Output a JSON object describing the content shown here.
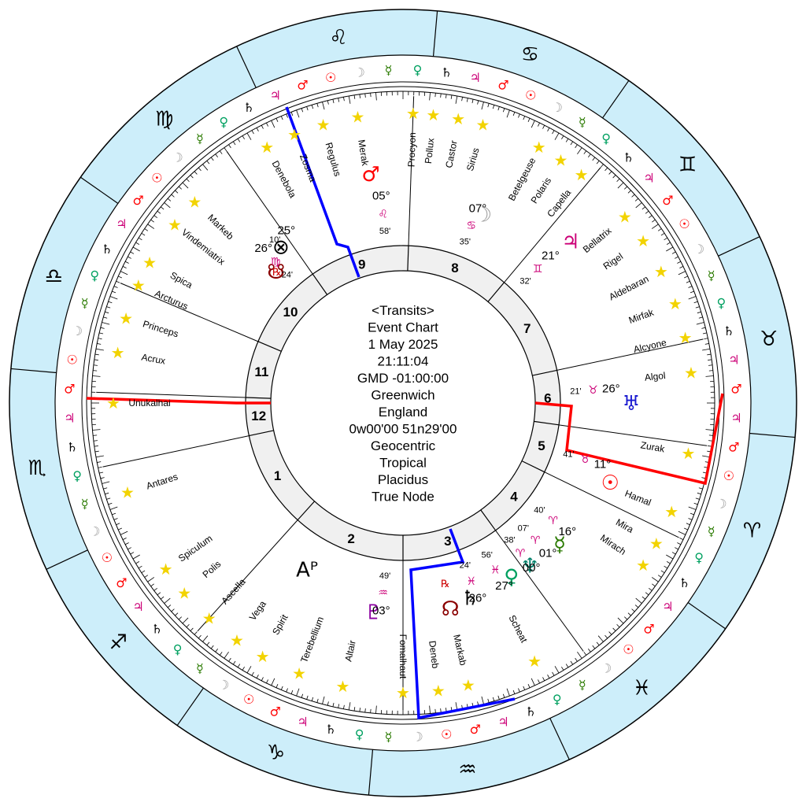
{
  "center": {
    "lines": [
      "<Transits>",
      "Event Chart",
      "1 May 2025",
      "21:11:04",
      "GMD -01:00:00",
      "Greenwich",
      "England",
      "0w00'00 51n29'00",
      "Geocentric",
      "Tropical",
      "Placidus",
      "True Node"
    ]
  },
  "colors": {
    "zodiac_ring": "#cdeefa",
    "house_ring": "#f0f0f0",
    "asc_axis": "#ff0000",
    "mc_axis": "#0000ff",
    "star": "#f2d300",
    "sun": "#ff0000",
    "mars": "#ff0000",
    "jupiter": "#cc0077",
    "venus": "#00a060",
    "mercury": "#2a7a00",
    "moon": "#999999",
    "saturn": "#000000",
    "uranus": "#1a1ad0",
    "neptune": "#00806a",
    "pluto": "#8a00a0",
    "node": "#8a0000",
    "sign_fire": "#ff0000",
    "sign_earth": "#008000",
    "sign_air": "#0000ff",
    "sign_water": "#880088"
  },
  "zodiac": [
    {
      "name": "aries",
      "glyph": "♈",
      "angle": 340
    },
    {
      "name": "taurus",
      "glyph": "♉",
      "angle": 10
    },
    {
      "name": "gemini",
      "glyph": "♊",
      "angle": 40
    },
    {
      "name": "cancer",
      "glyph": "♋",
      "angle": 70
    },
    {
      "name": "leo",
      "glyph": "♌",
      "angle": 100
    },
    {
      "name": "virgo",
      "glyph": "♍",
      "angle": 130
    },
    {
      "name": "libra",
      "glyph": "♎",
      "angle": 160
    },
    {
      "name": "scorpio",
      "glyph": "♏",
      "angle": 190
    },
    {
      "name": "sagittarius",
      "glyph": "♐",
      "angle": 220
    },
    {
      "name": "capricorn",
      "glyph": "♑",
      "angle": 250
    },
    {
      "name": "aquarius",
      "glyph": "♒",
      "angle": 280
    },
    {
      "name": "pisces",
      "glyph": "♓",
      "angle": 310
    }
  ],
  "houses": [
    {
      "num": "1",
      "angle": 192
    },
    {
      "num": "2",
      "angle": 228
    },
    {
      "num": "3",
      "angle": 270
    },
    {
      "num": "4",
      "angle": 306
    },
    {
      "num": "5",
      "angle": 334
    },
    {
      "num": "6",
      "angle": 352
    },
    {
      "num": "7",
      "angle": 12
    },
    {
      "num": "8",
      "angle": 50
    },
    {
      "num": "9",
      "angle": 88
    },
    {
      "num": "10",
      "angle": 125
    },
    {
      "num": "11",
      "angle": 157
    },
    {
      "num": "12",
      "angle": 178
    }
  ],
  "stars": [
    {
      "name": "Zosma",
      "angle": 112
    },
    {
      "name": "Regulus",
      "angle": 106
    },
    {
      "name": "Merak",
      "angle": 99
    },
    {
      "name": "Procyon",
      "angle": 88
    },
    {
      "name": "Pollux",
      "angle": 84
    },
    {
      "name": "Castor",
      "angle": 79
    },
    {
      "name": "Sirius",
      "angle": 74
    },
    {
      "name": "Betelgeuse",
      "angle": 62
    },
    {
      "name": "Polaris",
      "angle": 57
    },
    {
      "name": "Capella",
      "angle": 52
    },
    {
      "name": "Bellatrix",
      "angle": 40
    },
    {
      "name": "Rigel",
      "angle": 34
    },
    {
      "name": "Aldebaran",
      "angle": 27
    },
    {
      "name": "Mirfak",
      "angle": 20
    },
    {
      "name": "Alcyone",
      "angle": 13
    },
    {
      "name": "Algol",
      "angle": 6
    },
    {
      "name": "Zurak",
      "angle": 350
    },
    {
      "name": "Hamal",
      "angle": 338
    },
    {
      "name": "Mira",
      "angle": 331
    },
    {
      "name": "Mirach",
      "angle": 326
    },
    {
      "name": "Scheat",
      "angle": 297
    },
    {
      "name": "Markab",
      "angle": 283
    },
    {
      "name": "Deneb",
      "angle": 277
    },
    {
      "name": "Fomalhaut",
      "angle": 270
    },
    {
      "name": "Altair",
      "angle": 258
    },
    {
      "name": "Terebellium",
      "angle": 249
    },
    {
      "name": "Spirit",
      "angle": 241
    },
    {
      "name": "Vega",
      "angle": 235
    },
    {
      "name": "Ascella",
      "angle": 228
    },
    {
      "name": "Polis",
      "angle": 221
    },
    {
      "name": "Spiculum",
      "angle": 215
    },
    {
      "name": "Antares",
      "angle": 198
    },
    {
      "name": "Unukalhai",
      "angle": 180
    },
    {
      "name": "Acrux",
      "angle": 170
    },
    {
      "name": "Princeps",
      "angle": 163
    },
    {
      "name": "Arcturus",
      "angle": 156
    },
    {
      "name": "Spica",
      "angle": 151
    },
    {
      "name": "Vindemiatrix",
      "angle": 142
    },
    {
      "name": "Markeb",
      "angle": 136
    },
    {
      "name": "Denebola",
      "angle": 118
    }
  ],
  "planets": [
    {
      "name": "mars",
      "glyph": "♂",
      "color": "#ff0000",
      "angle": 98,
      "r": 0.735
    },
    {
      "name": "moon",
      "glyph": "☽",
      "color": "#999999",
      "angle": 67,
      "r": 0.65
    },
    {
      "name": "jupiter",
      "glyph": "♃",
      "color": "#cc0077",
      "angle": 44,
      "r": 0.74
    },
    {
      "name": "uranus",
      "glyph": "♅",
      "color": "#1a1ad0",
      "angle": 0,
      "r": 0.725
    },
    {
      "name": "sun",
      "glyph": "☉",
      "color": "#ff0000",
      "angle": 339,
      "r": 0.705
    },
    {
      "name": "mercury",
      "glyph": "☿",
      "color": "#2a7a00",
      "angle": 318,
      "r": 0.67
    },
    {
      "name": "neptune",
      "glyph": "♆",
      "color": "#00806a",
      "angle": 308,
      "r": 0.655
    },
    {
      "name": "venus",
      "glyph": "♀",
      "color": "#00a060",
      "angle": 302,
      "r": 0.65
    },
    {
      "name": "saturn",
      "glyph": "♄",
      "color": "#000000",
      "angle": 289,
      "r": 0.655
    },
    {
      "name": "true-node",
      "glyph": "☊",
      "color": "#8a0000",
      "angle": 283,
      "r": 0.67
    },
    {
      "name": "pluto",
      "glyph": "♇",
      "color": "#8a00a0",
      "angle": 262,
      "r": 0.67
    },
    {
      "name": "part-of-spirit",
      "glyph": "Aᴾ",
      "color": "#000000",
      "angle": 240,
      "r": 0.61
    },
    {
      "name": "part-of-fortune",
      "glyph": "⊗",
      "color": "#000000",
      "angle": 128,
      "r": 0.63
    },
    {
      "name": "mean-node-virgo",
      "glyph": "☋",
      "color": "#8a0000",
      "angle": 134,
      "r": 0.58
    }
  ],
  "positions": [
    {
      "deg": "05°",
      "min": "58'",
      "sign": "♌",
      "angle": 96
    },
    {
      "deg": "07°",
      "min": "35'",
      "sign": "♋",
      "angle": 69
    },
    {
      "deg": "21°",
      "min": "32'",
      "sign": "♊",
      "angle": 45
    },
    {
      "deg": "26°",
      "min": "21'",
      "sign": "♉",
      "angle": 4
    },
    {
      "deg": "11°",
      "min": "41'",
      "sign": "♉",
      "angle": 343
    },
    {
      "deg": "16°",
      "min": "40'",
      "sign": "♈",
      "angle": 322
    },
    {
      "deg": "01°",
      "min": "07'",
      "sign": "♈",
      "angle": 314
    },
    {
      "deg": "00°",
      "min": "38'",
      "sign": "♈",
      "angle": 308
    },
    {
      "deg": "27°",
      "min": "56'",
      "sign": "♓",
      "angle": 299
    },
    {
      "deg": "26°",
      "min": "24'",
      "sign": "♓",
      "angle": 291
    },
    {
      "deg": "03°",
      "min": "49'",
      "sign": "♒",
      "angle": 264
    },
    {
      "deg": "25°",
      "min": "",
      "sign": "",
      "angle": 124
    },
    {
      "deg": "26°",
      "min": "24'",
      "sign": "♍",
      "angle": 132
    }
  ],
  "extras": {
    "retro_1": "℞",
    "retro_2": "℞",
    "node_min_10": "10'"
  }
}
